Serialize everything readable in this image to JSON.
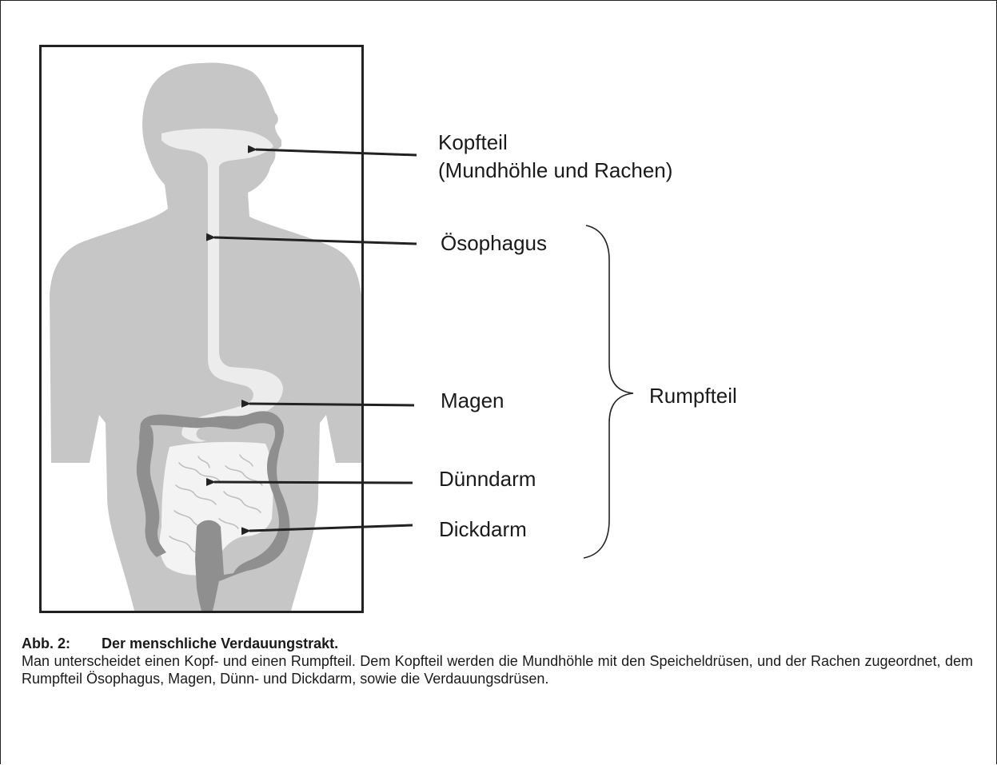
{
  "labels": {
    "kopfteil": "Kopfteil",
    "kopfteil_sub": "(Mundhöhle und Rachen)",
    "oesophagus": "Ösophagus",
    "magen": "Magen",
    "duenndarm": "Dünndarm",
    "dickdarm": "Dickdarm",
    "rumpfteil": "Rumpfteil"
  },
  "caption": {
    "number": "Abb. 2:",
    "title": "Der menschliche Verdauungstrakt.",
    "text": "Man unterscheidet einen Kopf- und einen Rumpfteil. Dem Kopfteil werden die Mundhöhle mit den Speicheldrüsen, und der Rachen zugeordnet, dem Rumpfteil Ösophagus, Magen, Dünn- und Dickdarm, sowie die Verdauungsdrüsen."
  },
  "colors": {
    "body": "#c6c6c6",
    "tract": "#ececec",
    "colon": "#8f8f8f",
    "intestine": "#f3f3f3",
    "ink": "#222222"
  }
}
